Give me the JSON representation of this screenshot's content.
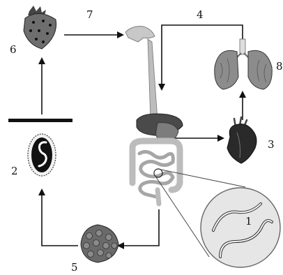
{
  "labels": {
    "n1": "1",
    "n2": "2",
    "n3": "3",
    "n4": "4",
    "n5": "5",
    "n6": "6",
    "n7": "7",
    "n8": "8"
  },
  "icons": {
    "roundworm": "roundworm-icon",
    "egg": "egg-icon",
    "heart": "heart-icon",
    "lungs": "lungs-icon",
    "larval_stage": "larval-stage-icon",
    "strawberry": "strawberry-icon",
    "digestive_system": "digestive-system-icon"
  },
  "colors": {
    "ink": "#111111",
    "tract": "#b8b8b8",
    "organ": "#7a7a7a"
  }
}
